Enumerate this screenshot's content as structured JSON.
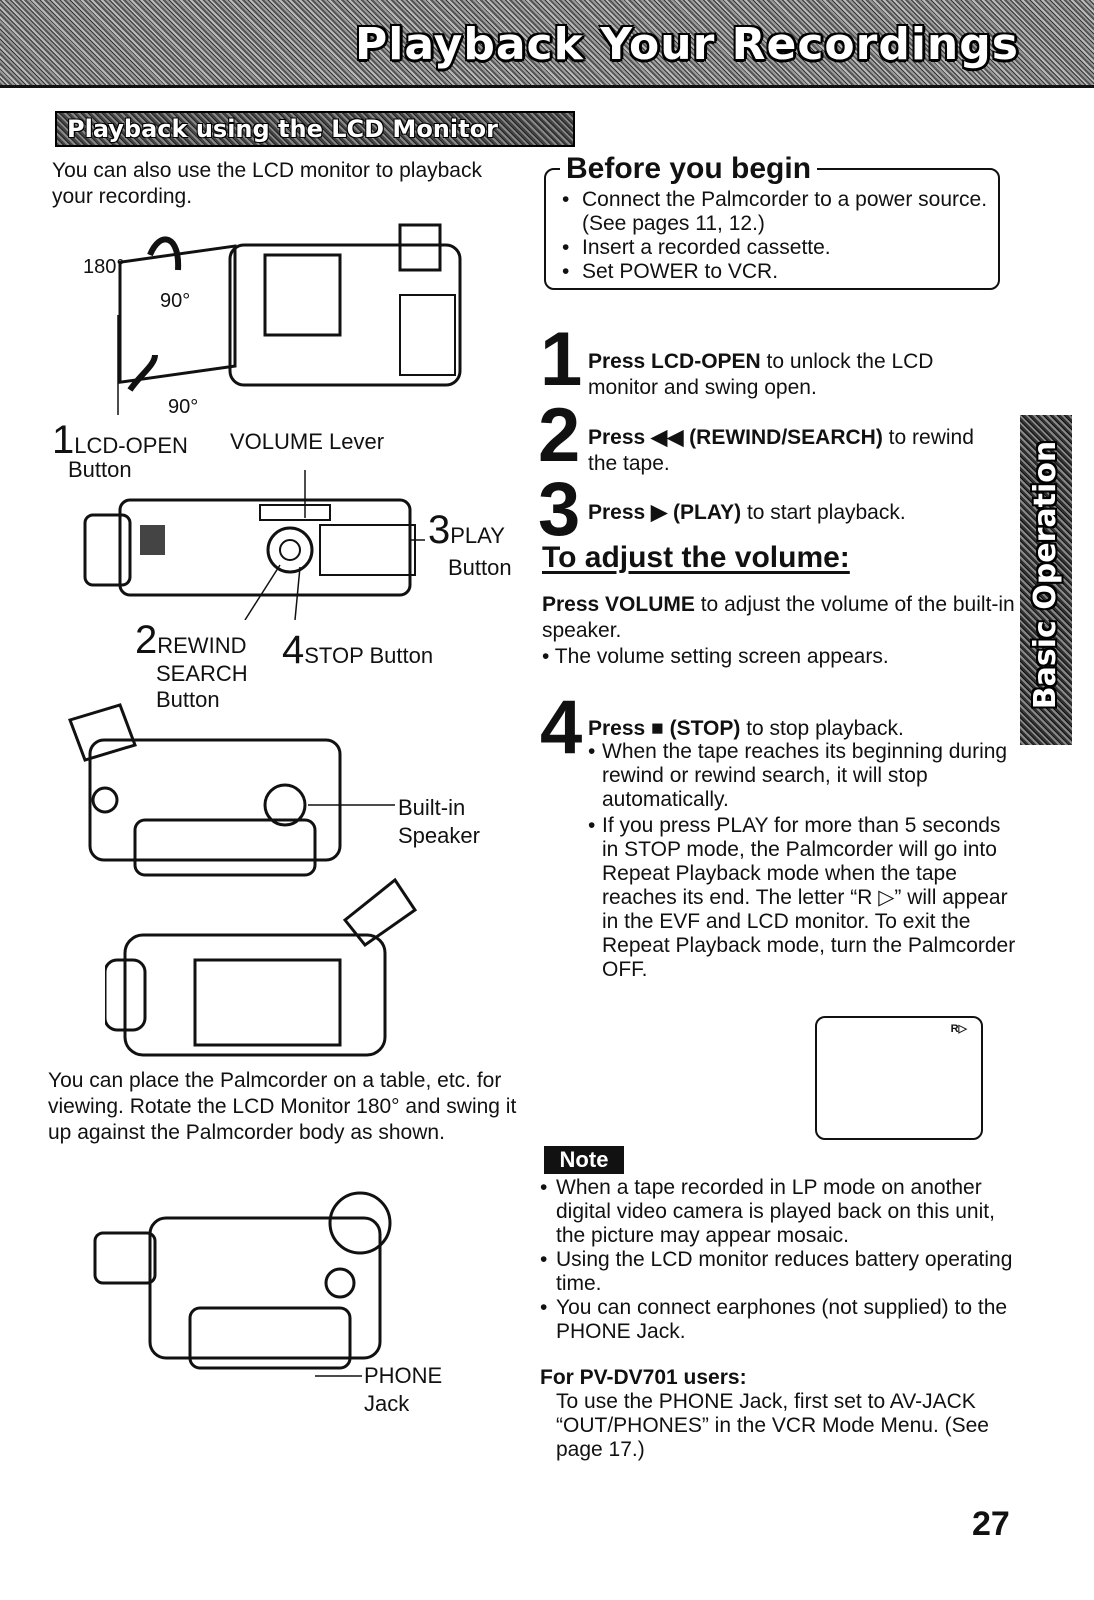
{
  "header": {
    "title": "Playback Your Recordings"
  },
  "section_heading": "Playback using the LCD Monitor",
  "left": {
    "intro": "You can also use the LCD monitor to playback your recording.",
    "angle_180": "180°",
    "angle_90_top": "90°",
    "angle_90_bottom": "90°",
    "callout_1_num": "1",
    "callout_1": "LCD-OPEN",
    "callout_1_sub": "Button",
    "volume_lever": "VOLUME Lever",
    "callout_3_num": "3",
    "callout_3": "PLAY",
    "callout_3_sub": "Button",
    "callout_2_num": "2",
    "callout_2": "REWIND",
    "callout_2_sub1": "SEARCH",
    "callout_2_sub2": "Button",
    "callout_4_num": "4",
    "callout_4": "STOP Button",
    "speaker_1": "Built-in",
    "speaker_2": "Speaker",
    "outro": "You can place the Palmcorder on a table, etc. for viewing. Rotate the LCD Monitor 180° and swing it up against the Palmcorder body as shown.",
    "phone_1": "PHONE",
    "phone_2": "Jack"
  },
  "before_you_begin": {
    "title": "Before you begin",
    "items": [
      "Connect the Palmcorder to a power source. (See pages 11, 12.)",
      "Insert a recorded cassette.",
      "Set POWER to VCR."
    ]
  },
  "steps": [
    {
      "num": "1",
      "bold": "Press LCD-OPEN",
      "rest": " to unlock the LCD monitor and swing open."
    },
    {
      "num": "2",
      "bold": "Press ◀◀ (REWIND/SEARCH)",
      "rest": " to rewind the tape."
    },
    {
      "num": "3",
      "bold": "Press ▶ (PLAY)",
      "rest": " to start playback."
    },
    {
      "num": "4",
      "bold": "Press ■ (STOP)",
      "rest": " to stop playback."
    }
  ],
  "adjust": {
    "heading": "To adjust the volume:",
    "bold": "Press VOLUME",
    "rest": " to adjust the volume of the built-in speaker.",
    "bullet": "• The volume setting screen appears."
  },
  "stop_notes": [
    "When the tape reaches its beginning during rewind or rewind search, it will stop automatically.",
    "If you press PLAY for more than 5 seconds in STOP mode, the Palmcorder will go into Repeat Playback mode when the tape reaches its end. The letter “R ▷” will appear in the EVF and LCD monitor. To exit the Repeat Playback mode, turn the Palmcorder OFF."
  ],
  "monitor_indicator": "R▷",
  "note": {
    "badge": "Note",
    "items": [
      "When a tape recorded in LP mode on another digital video camera is played back on this unit, the picture may appear mosaic.",
      "Using the LCD monitor reduces battery operating time.",
      "You can connect earphones (not supplied) to the PHONE Jack."
    ],
    "for_users": "For PV-DV701 users:",
    "for_users_body": "To use the PHONE Jack, first set to AV-JACK “OUT/PHONES” in the VCR Mode Menu. (See page 17.)"
  },
  "side_tab": "Basic Operation",
  "page_number": "27"
}
